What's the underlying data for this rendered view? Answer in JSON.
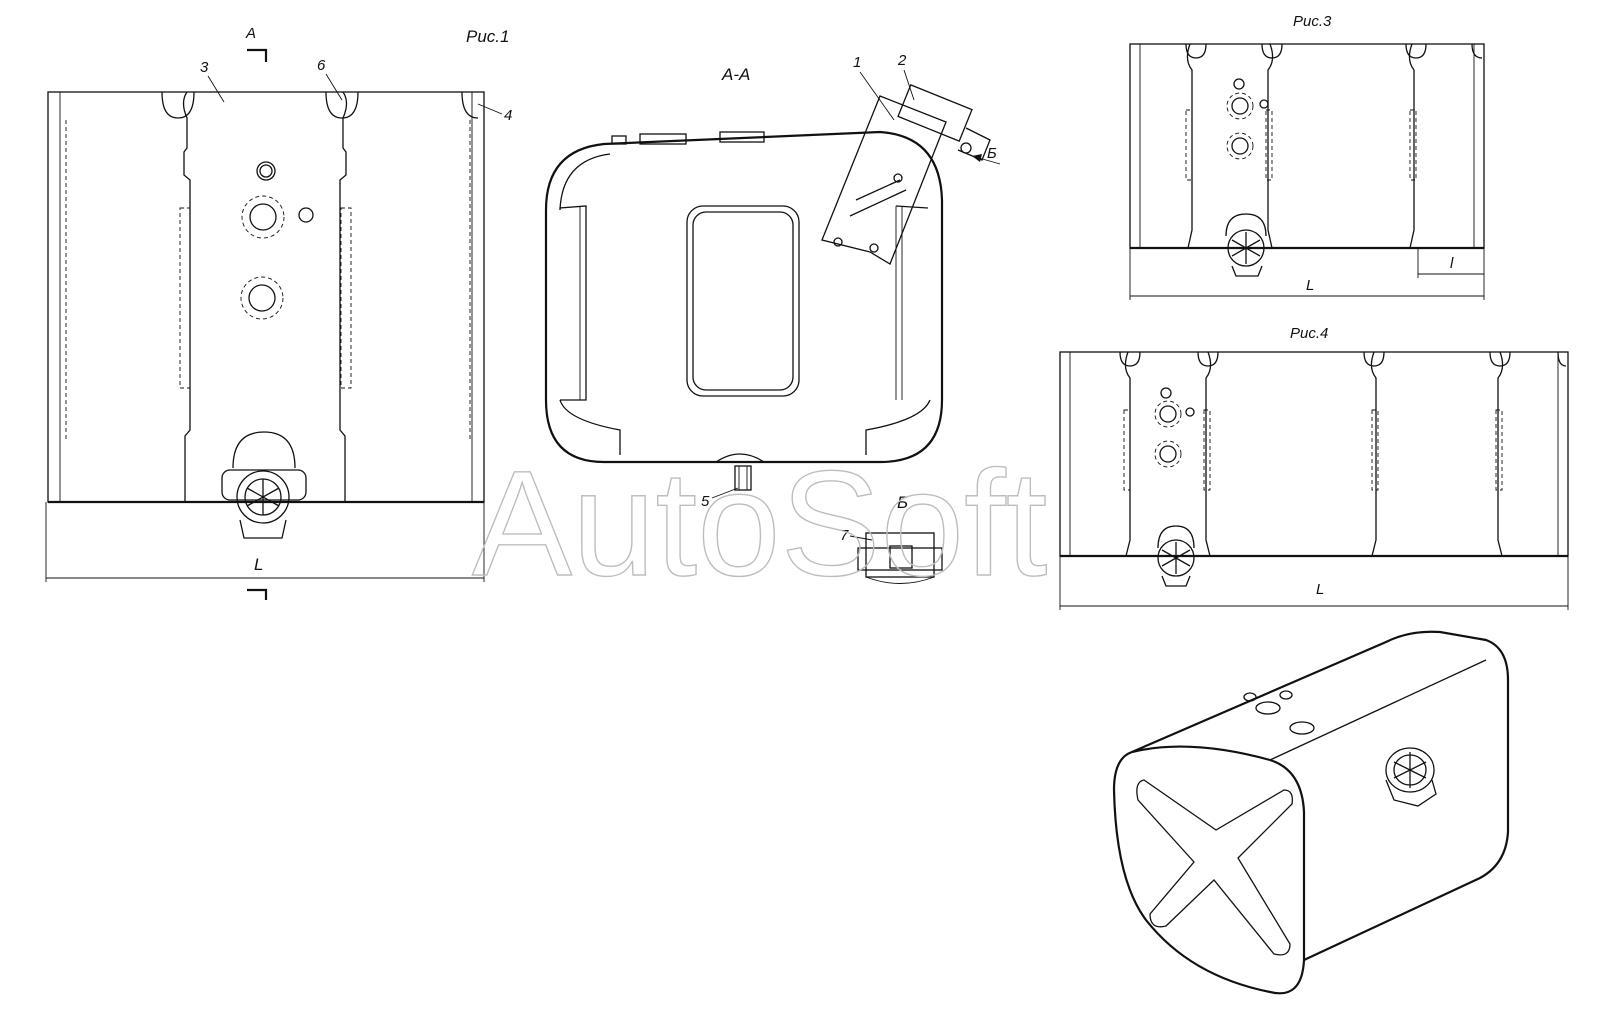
{
  "figures": {
    "fig1": "Рис.1",
    "fig3": "Рис.3",
    "fig4": "Рис.4"
  },
  "section": {
    "view_letter": "А",
    "title": "А-А",
    "detail_letter": "Б"
  },
  "callouts": [
    "1",
    "2",
    "3",
    "4",
    "5",
    "6",
    "7"
  ],
  "dimensions": {
    "length": "L",
    "partial": "l"
  },
  "watermark": "AutoSoft"
}
